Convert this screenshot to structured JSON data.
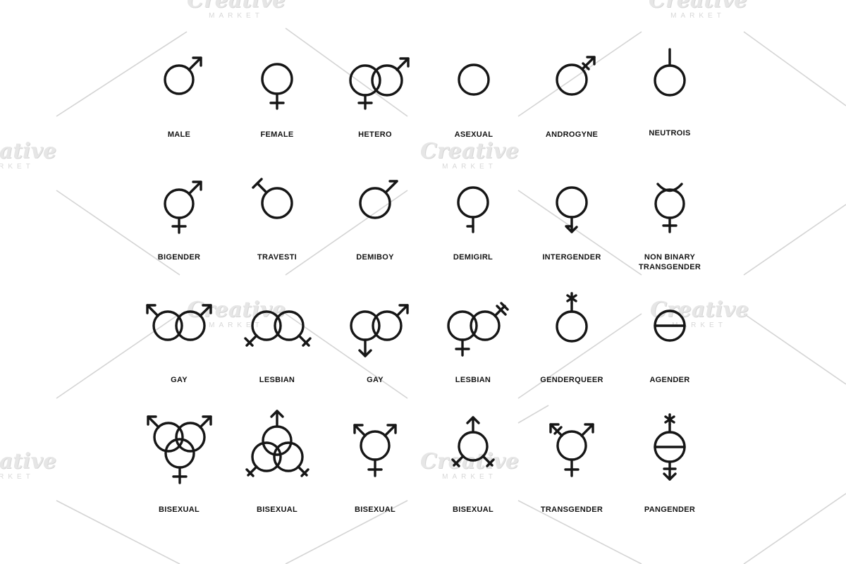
{
  "watermark": {
    "brand": "Creative",
    "sub": "MARKET"
  },
  "colors": {
    "icon": "#161616",
    "label": "#141414",
    "background": "#ffffff",
    "watermark": "#dddddd"
  },
  "grid": {
    "rows": [
      {
        "items": [
          {
            "label": "MALE",
            "icon": "male-symbol-icon"
          },
          {
            "label": "FEMALE",
            "icon": "female-symbol-icon"
          },
          {
            "label": "HETERO",
            "icon": "hetero-symbol-icon"
          },
          {
            "label": "ASEXUAL",
            "icon": "asexual-symbol-icon"
          },
          {
            "label": "ANDROGYNE",
            "icon": "androgyne-symbol-icon"
          },
          {
            "label": "NEUTROIS",
            "icon": "neutrois-symbol-icon"
          }
        ]
      },
      {
        "items": [
          {
            "label": "BIGENDER",
            "icon": "bigender-symbol-icon"
          },
          {
            "label": "TRAVESTI",
            "icon": "travesti-symbol-icon"
          },
          {
            "label": "DEMIBOY",
            "icon": "demiboy-symbol-icon"
          },
          {
            "label": "DEMIGIRL",
            "icon": "demigirl-symbol-icon"
          },
          {
            "label": "INTERGENDER",
            "icon": "intergender-symbol-icon"
          },
          {
            "label": "NON BINARY TRANSGENDER",
            "icon": "non-binary-transgender-symbol-icon"
          }
        ]
      },
      {
        "items": [
          {
            "label": "GAY",
            "icon": "gay-symbol-icon"
          },
          {
            "label": "LESBIAN",
            "icon": "lesbian-symbol-icon"
          },
          {
            "label": "GAY",
            "icon": "gay-alt-symbol-icon"
          },
          {
            "label": "LESBIAN",
            "icon": "lesbian-alt-symbol-icon"
          },
          {
            "label": "GENDERQUEER",
            "icon": "genderqueer-symbol-icon"
          },
          {
            "label": "AGENDER",
            "icon": "agender-symbol-icon"
          }
        ]
      },
      {
        "items": [
          {
            "label": "BISEXUAL",
            "icon": "bisexual-triple-circle-icon"
          },
          {
            "label": "BISEXUAL",
            "icon": "bisexual-triangle-circle-icon"
          },
          {
            "label": "BISEXUAL",
            "icon": "bisexual-single-circle-icon"
          },
          {
            "label": "BISEXUAL",
            "icon": "bisexual-cross-arrow-icon"
          },
          {
            "label": "TRANSGENDER",
            "icon": "transgender-symbol-icon"
          },
          {
            "label": "PANGENDER",
            "icon": "pangender-symbol-icon"
          }
        ]
      }
    ]
  }
}
